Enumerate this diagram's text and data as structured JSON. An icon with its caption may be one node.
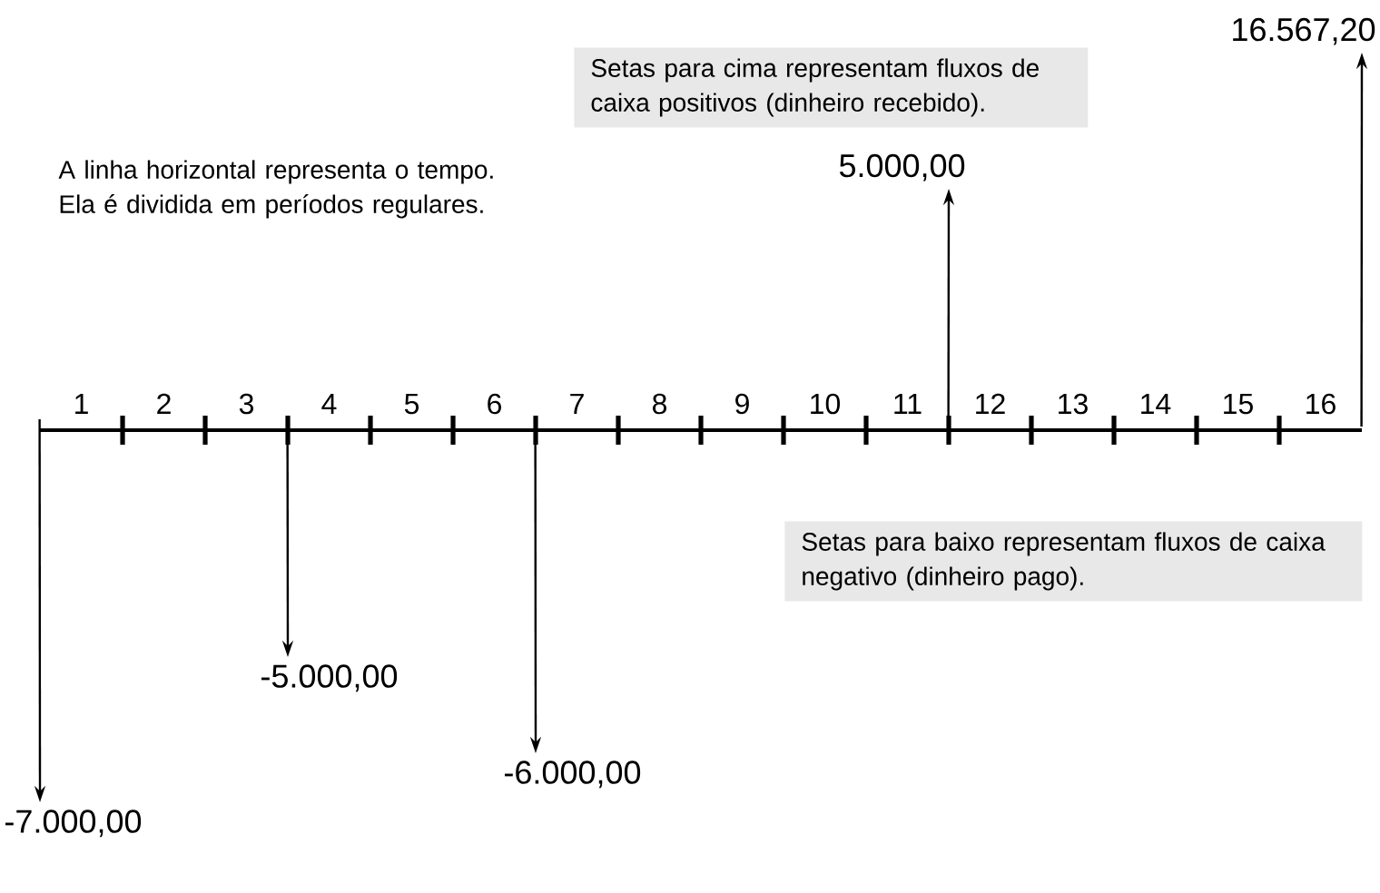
{
  "diagram": {
    "nodes": [
      {
        "text": [],
        "shape": "bar"
      },
      {
        "text": [
          "Setas para cima representam fluxos de caixa positivos (dinheiro recebido)."
        ]
      },
      {
        "text": [
          "5.000,00"
        ]
      },
      {
        "text": [
          "16.567,20"
        ]
      },
      {
        "text": [
          "Setas para baixo representam fluxos de caixa negativo (dinheiro pago)."
        ]
      },
      {
        "text": [
          "-5.000,00"
        ]
      },
      {
        "text": [
          "-6.000,00"
        ]
      },
      {
        "text": [
          "-7.000,00"
        ]
      }
    ],
    "edges": [
      {
        "from": 0,
        "to": 2,
        "arrow": "to"
      },
      {
        "from": 0,
        "to": 3,
        "arrow": "to"
      },
      {
        "from": 0,
        "to": 5,
        "arrow": "to"
      },
      {
        "from": 0,
        "to": 6,
        "arrow": "to"
      },
      {
        "from": 0,
        "to": 7,
        "arrow": "to"
      }
    ],
    "labels": [
      "A linha horizontal representa o tempo. Ela é dividida em períodos regulares.",
      "1",
      "2",
      "3",
      "4",
      "5",
      "6",
      "7",
      "8",
      "9",
      "10",
      "11",
      "12",
      "13",
      "14",
      "15",
      "16"
    ]
  }
}
